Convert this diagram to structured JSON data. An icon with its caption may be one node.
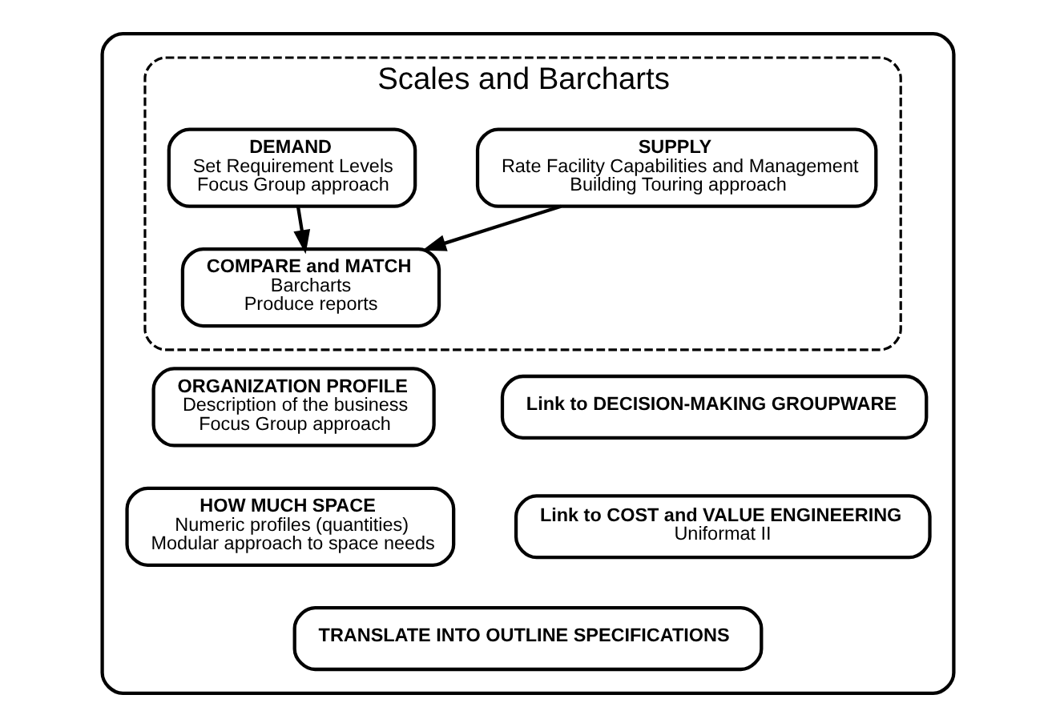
{
  "diagram": {
    "nodes": [
      {
        "text": [],
        "shape": "box"
      },
      {
        "text": [
          "Scales and Barcharts"
        ],
        "in": 0
      },
      {
        "text": [
          "DEMAND",
          "Set Requirement Levels",
          "Focus Group approach"
        ],
        "in": 1
      },
      {
        "text": [
          "SUPPLY",
          "Rate Facility Capabilities and Management",
          "Building Touring approach"
        ],
        "in": 1
      },
      {
        "text": [
          "COMPARE and MATCH",
          "Barcharts",
          "Produce reports"
        ],
        "in": 1
      },
      {
        "text": [
          "ORGANIZATION PROFILE",
          "Description of the business",
          "Focus Group approach"
        ],
        "in": 0
      },
      {
        "text": [
          "Link to DECISION-MAKING GROUPWARE"
        ],
        "in": 0
      },
      {
        "text": [
          "HOW MUCH SPACE",
          "Numeric profiles (quantities)",
          "Modular approach to space needs"
        ],
        "in": 0
      },
      {
        "text": [
          "Link to COST and VALUE ENGINEERING",
          "Uniformat II"
        ],
        "in": 0
      },
      {
        "text": [
          "TRANSLATE INTO OUTLINE SPECIFICATIONS"
        ],
        "in": 0
      }
    ],
    "edges": [
      {
        "from": 2,
        "to": 4,
        "arrow": "to"
      },
      {
        "from": 3,
        "to": 4,
        "arrow": "to"
      }
    ]
  }
}
